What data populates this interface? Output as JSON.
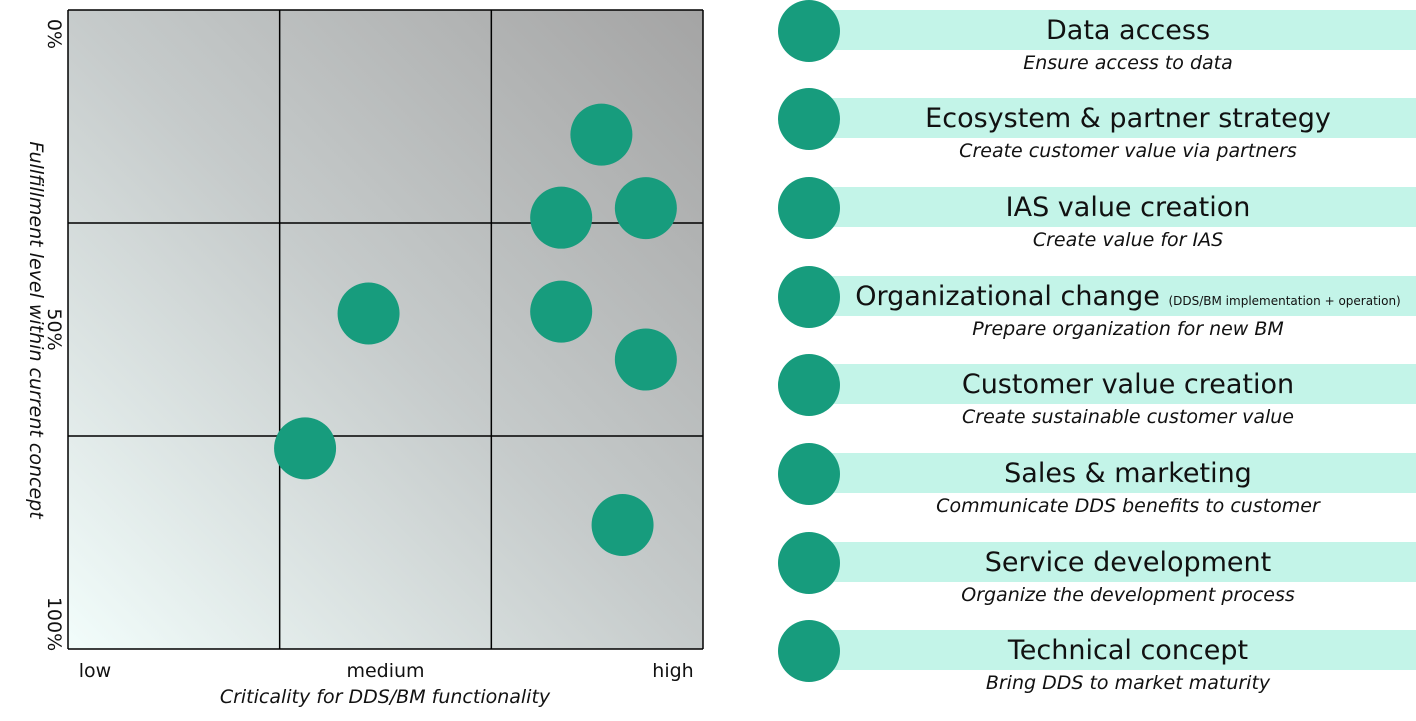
{
  "chart_data": {
    "type": "scatter",
    "xlabel": "Criticality for DDS/BM functionality",
    "ylabel": "Fullfillment level within current concept",
    "x_tick_labels": [
      "low",
      "medium",
      "high"
    ],
    "y_tick_labels": [
      "0%",
      "50%",
      "100%"
    ],
    "xlim": [
      0,
      3
    ],
    "ylim": [
      0,
      100
    ],
    "y_inverted": true,
    "grid": true,
    "grid_divisions": 3,
    "points": [
      {
        "x": 2.52,
        "y": 19.5
      },
      {
        "x": 2.33,
        "y": 32.5
      },
      {
        "x": 2.73,
        "y": 31.0
      },
      {
        "x": 1.42,
        "y": 47.5
      },
      {
        "x": 2.33,
        "y": 47.2
      },
      {
        "x": 2.73,
        "y": 54.7
      },
      {
        "x": 1.12,
        "y": 68.6
      },
      {
        "x": 2.62,
        "y": 80.6
      }
    ]
  },
  "colors": {
    "dot": "#179c7d",
    "legend_bar": "#c3f4e8",
    "grid_line": "#000000",
    "bg_light": "#f2fdfb",
    "bg_dark": "#a4a4a4"
  },
  "legend": [
    {
      "title": "Data access",
      "subtitle": "Ensure access to data",
      "note": ""
    },
    {
      "title": "Ecosystem & partner strategy",
      "subtitle": "Create customer value via partners",
      "note": ""
    },
    {
      "title": "IAS value creation",
      "subtitle": "Create value for IAS",
      "note": ""
    },
    {
      "title": "Organizational change",
      "subtitle": "Prepare organization for new BM",
      "note": "(DDS/BM implementation + operation)"
    },
    {
      "title": "Customer value creation",
      "subtitle": "Create sustainable customer value",
      "note": ""
    },
    {
      "title": "Sales & marketing",
      "subtitle": "Communicate DDS benefits to customer",
      "note": ""
    },
    {
      "title": "Service development",
      "subtitle": "Organize the development process",
      "note": ""
    },
    {
      "title": "Technical concept",
      "subtitle": "Bring DDS to market maturity",
      "note": ""
    }
  ]
}
